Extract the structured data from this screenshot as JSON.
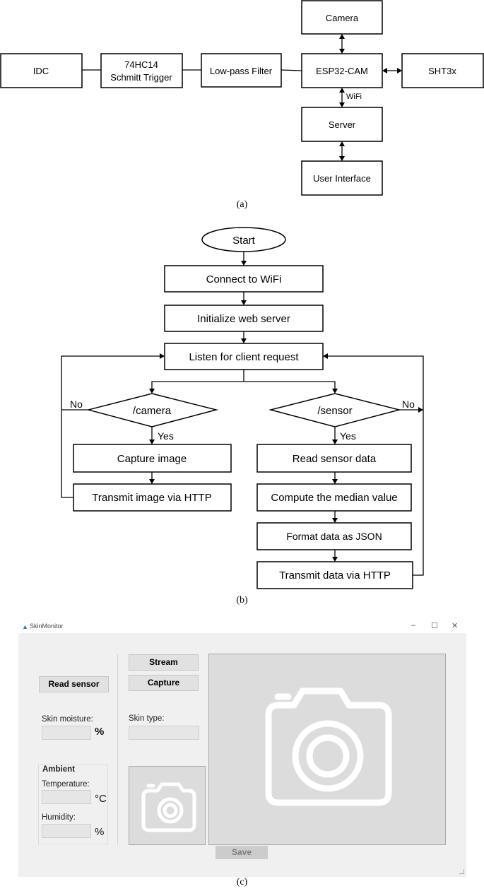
{
  "figure_a": {
    "nodes": {
      "camera": "Camera",
      "idc": "IDC",
      "schmitt_line1": "74HC14",
      "schmitt_line2": "Schmitt Trigger",
      "lowpass": "Low-pass Filter",
      "esp32": "ESP32-CAM",
      "sht3x": "SHT3x",
      "server": "Server",
      "ui": "User Interface"
    },
    "wifi_label": "WiFi",
    "caption": "(a)"
  },
  "figure_b": {
    "start": "Start",
    "connect": "Connect to WiFi",
    "init": "Initialize web server",
    "listen": "Listen for client request",
    "camera_decision": "/camera",
    "sensor_decision": "/sensor",
    "no_left": "No",
    "no_right": "No",
    "yes_left": "Yes",
    "yes_right": "Yes",
    "capture": "Capture image",
    "transmit_image": "Transmit image via HTTP",
    "read_sensor": "Read sensor data",
    "median": "Compute the median value",
    "json": "Format data as JSON",
    "transmit_data": "Transmit data via HTTP",
    "caption": "(b)"
  },
  "figure_c": {
    "window": {
      "title": "SkinMonitor",
      "icon": "skin-drop-icon",
      "minimize": "–",
      "maximize": "☐",
      "close": "✕"
    },
    "read_sensor_button": "Read sensor",
    "skin_moisture_label": "Skin moisture:",
    "skin_moisture_value": "",
    "percent_unit": "%",
    "ambient_title": "Ambient",
    "temperature_label": "Temperature:",
    "temperature_value": "",
    "celsius_unit": "°C",
    "humidity_label": "Humidity:",
    "humidity_value": "",
    "humidity_unit": "%",
    "stream_button": "Stream",
    "capture_button": "Capture",
    "skin_type_label": "Skin type:",
    "skin_type_value": "",
    "save_button": "Save",
    "caption": "(c)"
  }
}
